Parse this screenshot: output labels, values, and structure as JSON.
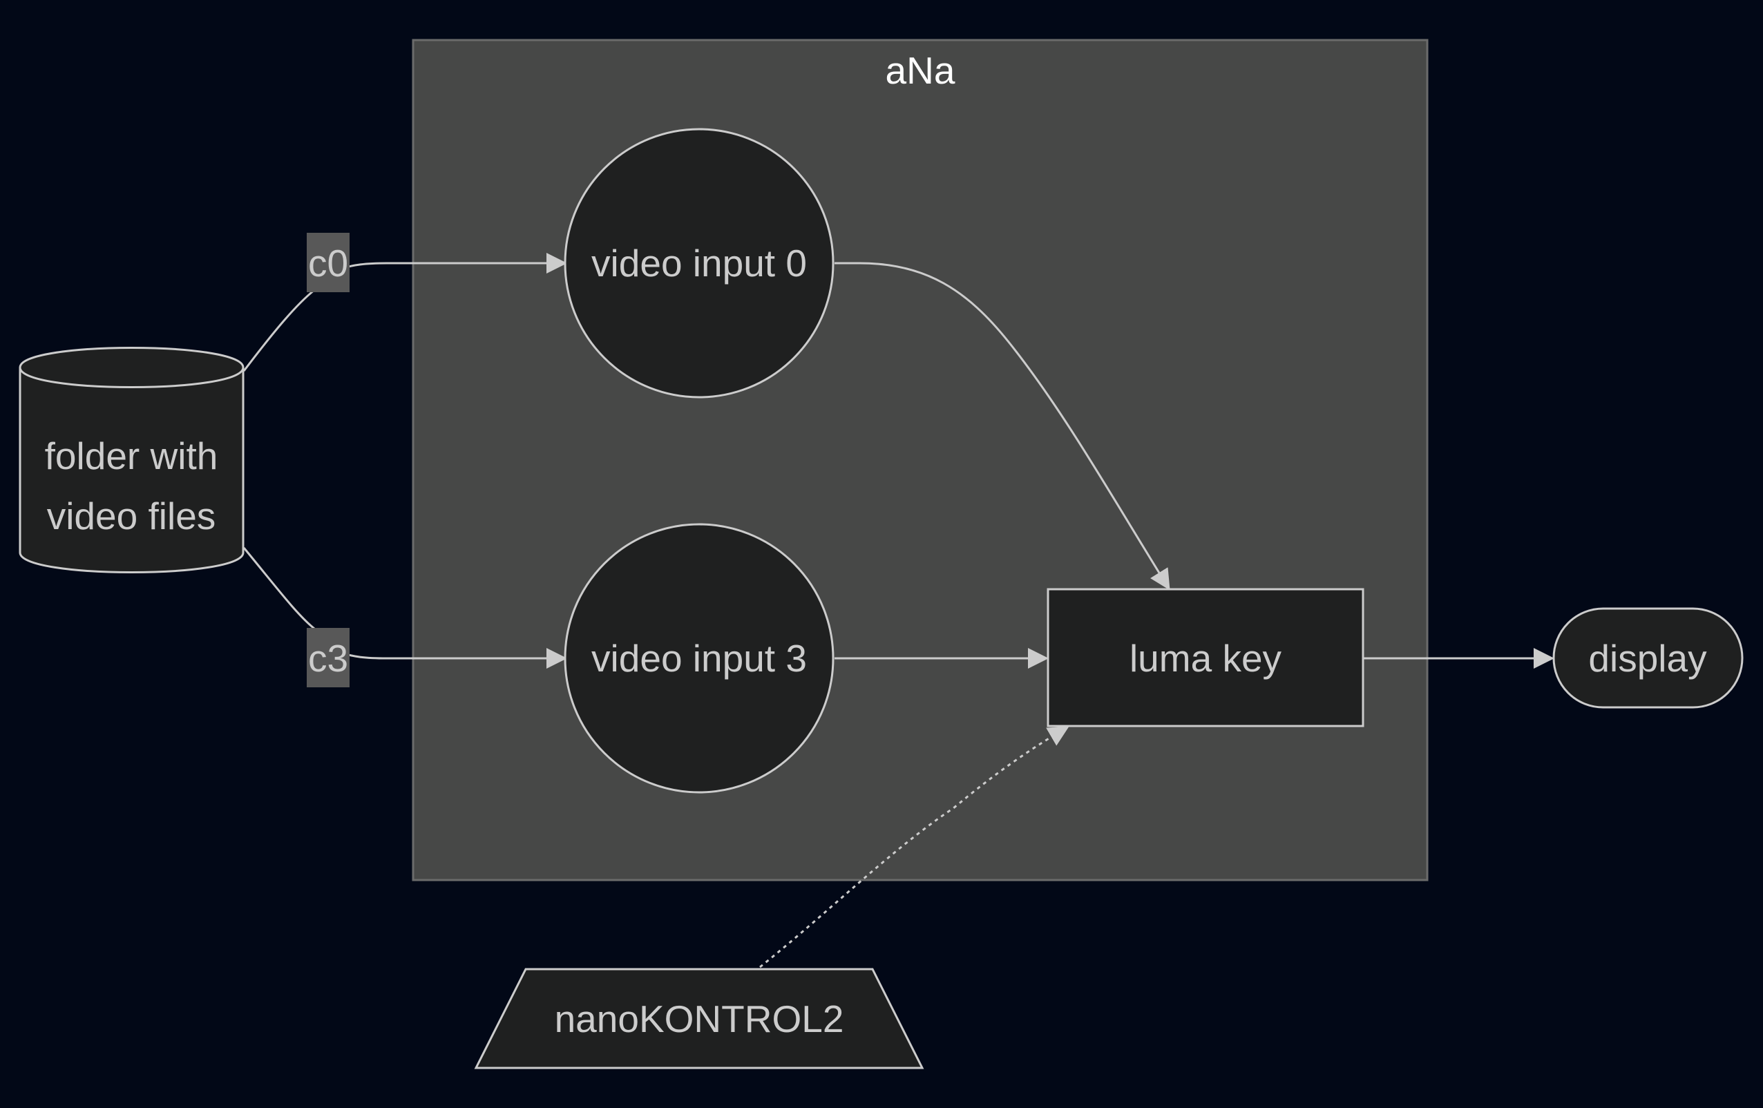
{
  "diagram": {
    "cluster": {
      "title": "aNa"
    },
    "nodes": {
      "folder": {
        "line1": "folder with",
        "line2": "video files"
      },
      "input0": {
        "label": "video input 0"
      },
      "input3": {
        "label": "video input 3"
      },
      "luma": {
        "label": "luma key"
      },
      "display": {
        "label": "display"
      },
      "nano": {
        "label": "nanoKONTROL2"
      }
    },
    "edge_labels": {
      "c0": "c0",
      "c3": "c3"
    }
  },
  "colors": {
    "background": "#020817",
    "cluster_fill": "#474847",
    "node_fill": "#1f2020",
    "stroke": "#cccccc",
    "edge_label_bg": "#585858"
  }
}
